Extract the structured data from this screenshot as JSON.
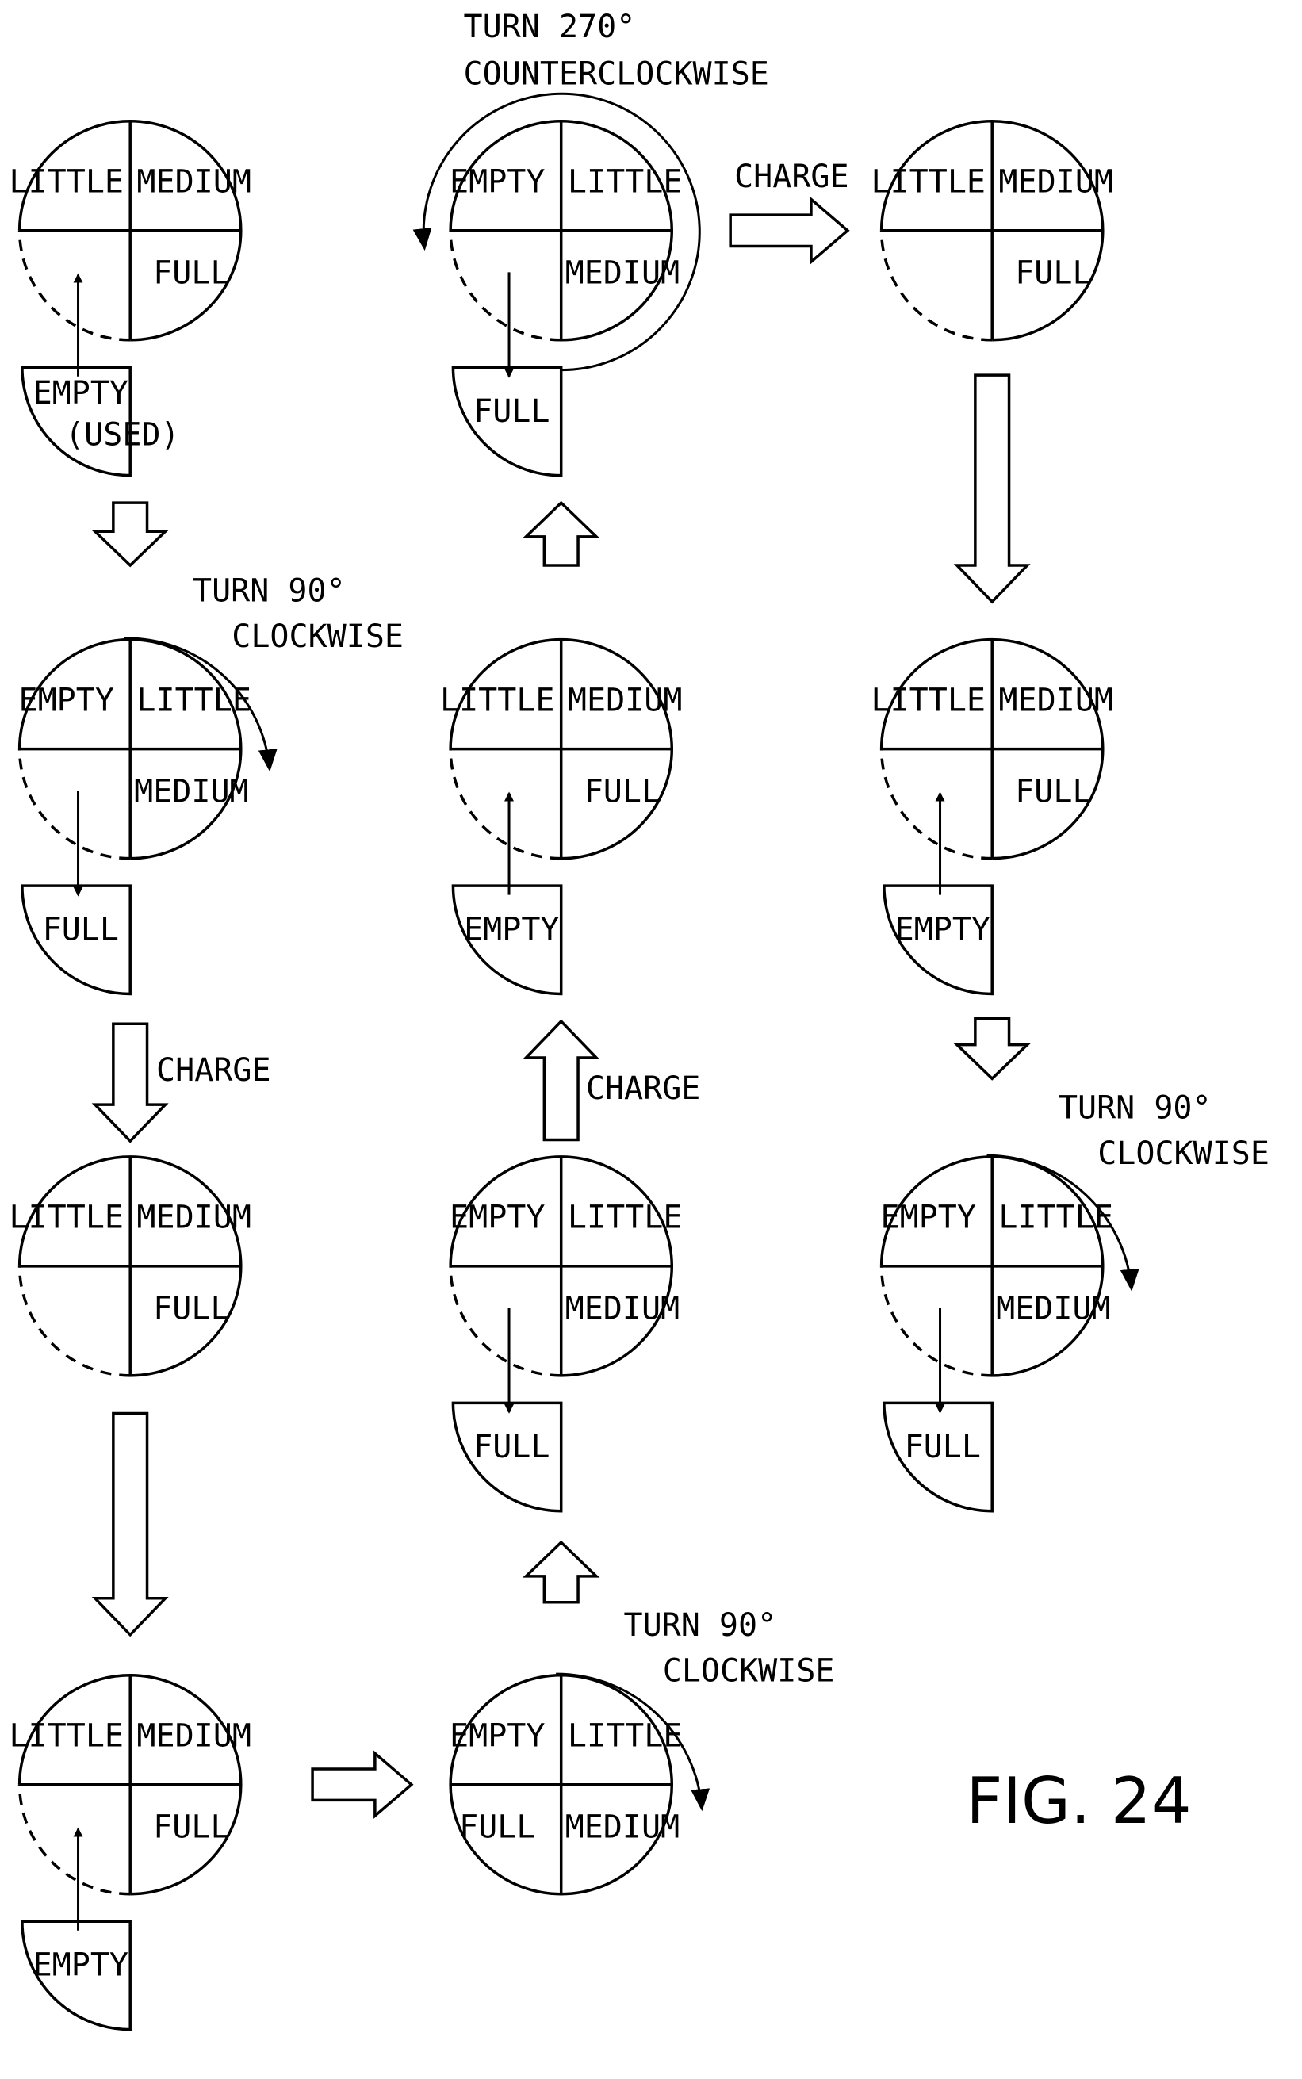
{
  "figure_label": "FIG. 24",
  "states": [
    {
      "quadrants": [
        "LITTLE",
        "MEDIUM",
        "",
        "FULL"
      ],
      "dashed": "bl",
      "cassette": "EMPTY",
      "cassette_note": "(USED)",
      "flow": "in"
    },
    {
      "quadrants": [
        "EMPTY",
        "LITTLE",
        "",
        "MEDIUM"
      ],
      "dashed": "bl",
      "cassette": "FULL",
      "cassette_note": "",
      "flow": "out"
    },
    {
      "quadrants": [
        "LITTLE",
        "MEDIUM",
        "",
        "FULL"
      ],
      "dashed": "bl",
      "cassette": "",
      "cassette_note": "",
      "flow": "none"
    },
    {
      "quadrants": [
        "LITTLE",
        "MEDIUM",
        "",
        "FULL"
      ],
      "dashed": "bl",
      "cassette": "EMPTY",
      "cassette_note": "",
      "flow": "in"
    },
    {
      "quadrants": [
        "EMPTY",
        "LITTLE",
        "FULL",
        "MEDIUM"
      ],
      "dashed": "",
      "cassette": "",
      "cassette_note": "",
      "flow": "none"
    },
    {
      "quadrants": [
        "EMPTY",
        "LITTLE",
        "",
        "MEDIUM"
      ],
      "dashed": "bl",
      "cassette": "FULL",
      "cassette_note": "",
      "flow": "out"
    },
    {
      "quadrants": [
        "LITTLE",
        "MEDIUM",
        "",
        "FULL"
      ],
      "dashed": "bl",
      "cassette": "EMPTY",
      "cassette_note": "",
      "flow": "in"
    },
    {
      "quadrants": [
        "EMPTY",
        "LITTLE",
        "",
        "MEDIUM"
      ],
      "dashed": "bl",
      "cassette": "FULL",
      "cassette_note": "",
      "flow": "out"
    },
    {
      "quadrants": [
        "LITTLE",
        "MEDIUM",
        "",
        "FULL"
      ],
      "dashed": "bl",
      "cassette": "",
      "cassette_note": "",
      "flow": "none"
    },
    {
      "quadrants": [
        "LITTLE",
        "MEDIUM",
        "",
        "FULL"
      ],
      "dashed": "bl",
      "cassette": "EMPTY",
      "cassette_note": "",
      "flow": "in"
    },
    {
      "quadrants": [
        "EMPTY",
        "LITTLE",
        "",
        "MEDIUM"
      ],
      "dashed": "bl",
      "cassette": "FULL",
      "cassette_note": "",
      "flow": "out"
    }
  ],
  "annotations": [
    {
      "lines": [
        "TURN 90°",
        "CLOCKWISE"
      ]
    },
    {
      "lines": [
        "CHARGE"
      ]
    },
    {
      "lines": [
        "TURN 90°",
        "CLOCKWISE"
      ]
    },
    {
      "lines": [
        "CHARGE"
      ]
    },
    {
      "lines": [
        "TURN 270°",
        "COUNTERCLOCKWISE"
      ]
    },
    {
      "lines": [
        "CHARGE"
      ]
    },
    {
      "lines": [
        "TURN 90°",
        "CLOCKWISE"
      ]
    }
  ]
}
